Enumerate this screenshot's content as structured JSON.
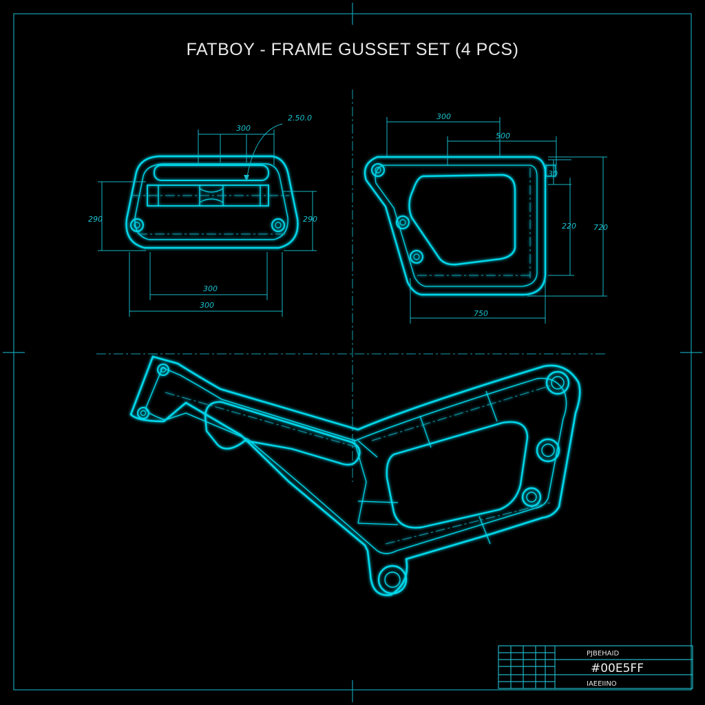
{
  "title": "FATBOY - FRAME GUSSET SET (4 PCS)",
  "colors": {
    "background": "#000000",
    "line": "#00d8ea",
    "text": "#e8e8e8",
    "accent": "#00E5FF"
  },
  "views": {
    "left": {
      "callout": "2.50.0",
      "dim_top": "300",
      "dim_left": "290",
      "dim_right": "290",
      "dim_bottom_inner": "300",
      "dim_bottom_outer": "300"
    },
    "right": {
      "dim_top": "300",
      "dim_top_inner": "500",
      "dim_right_small": "30",
      "dim_right_mid": "220",
      "dim_right_outer": "720",
      "dim_bottom": "750"
    }
  },
  "title_block": {
    "top_label": "PJBEHAID",
    "code": "#00E5FF",
    "bottom_label": "IAEEIINO"
  }
}
